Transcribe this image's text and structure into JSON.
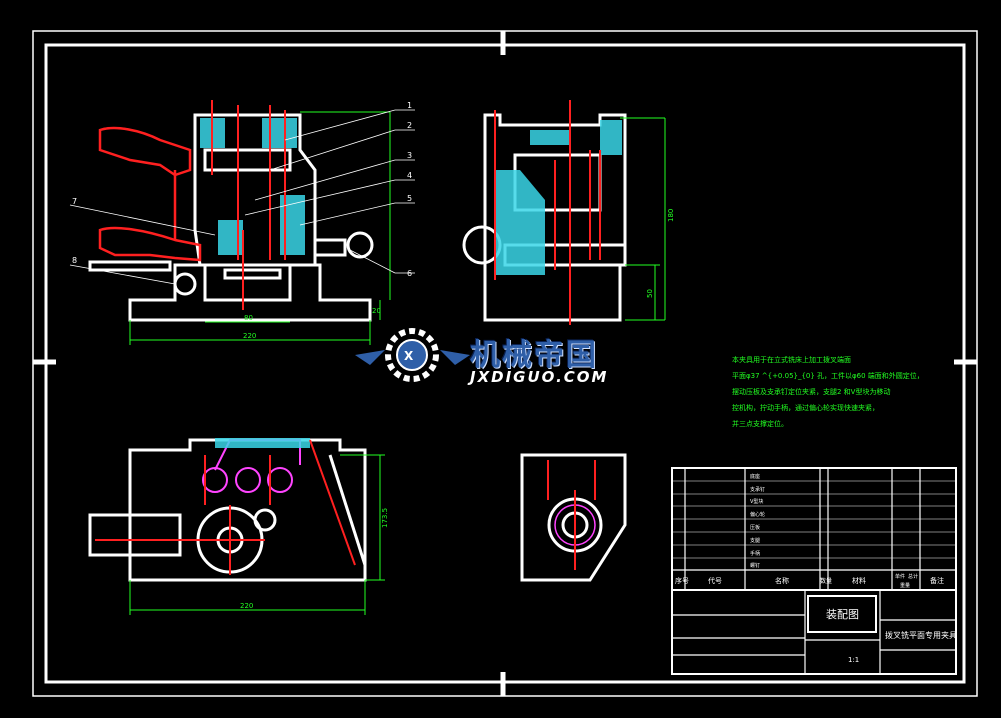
{
  "title": "装配图",
  "part_title": "拨叉铣平面专用夹具",
  "watermark": {
    "cn": "机械帝国",
    "en": "JXDIGUO.COM"
  },
  "callouts": [
    "1",
    "2",
    "3",
    "4",
    "5",
    "6",
    "7",
    "8"
  ],
  "dimensions": {
    "front_width": "220",
    "front_inner": "80",
    "front_small": "20",
    "side_height": "180",
    "side_base": "50",
    "top_width": "220",
    "top_height": "173.5"
  },
  "tech_note": [
    "本夹具用于在立式铣床上加工拨叉端面",
    "平面φ37 ^{+0.05}_{0} 孔，工件以φ60 端面和外圆定位，",
    "摆动压板及支承钉定位夹紧，支腿2 和V型块为移动",
    "控机构，拧动手柄，通过偏心轮实现快速夹紧，",
    "并三点支撑定位。"
  ],
  "title_block": {
    "headers": [
      "序号",
      "代号",
      "名称",
      "数量",
      "材料",
      "单件",
      "总计",
      "重量",
      "备注"
    ],
    "ratio": "1:1",
    "rows": [
      "底座",
      "支承钉",
      "V型块",
      "偏心轮",
      "压板",
      "支腿",
      "手柄",
      "螺钉"
    ]
  },
  "colors": {
    "outline": "#ffffff",
    "center": "#ff2020",
    "dim": "#22ff22",
    "hatch": "#3ad6e8",
    "leader": "#ffffff",
    "accent": "#ff44ff"
  }
}
